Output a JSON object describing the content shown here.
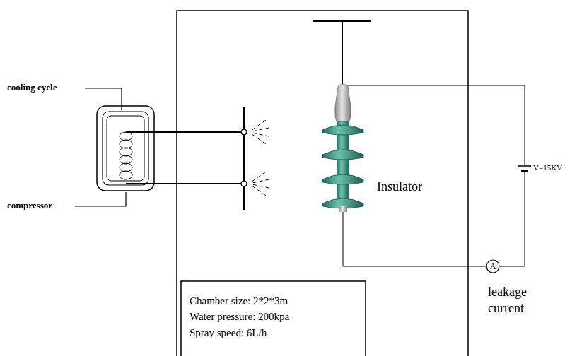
{
  "diagram": {
    "nodes": [
      {
        "text": [
          "Chamber  size: 2*2*3m",
          "Water pressure: 200kpa",
          "Spray speed: 6L/h"
        ]
      },
      {
        "text": [
          "A"
        ]
      }
    ],
    "labels": [
      "cooling cycle",
      "compressor",
      "Insulator",
      "V=15KV",
      "leakage current"
    ]
  }
}
